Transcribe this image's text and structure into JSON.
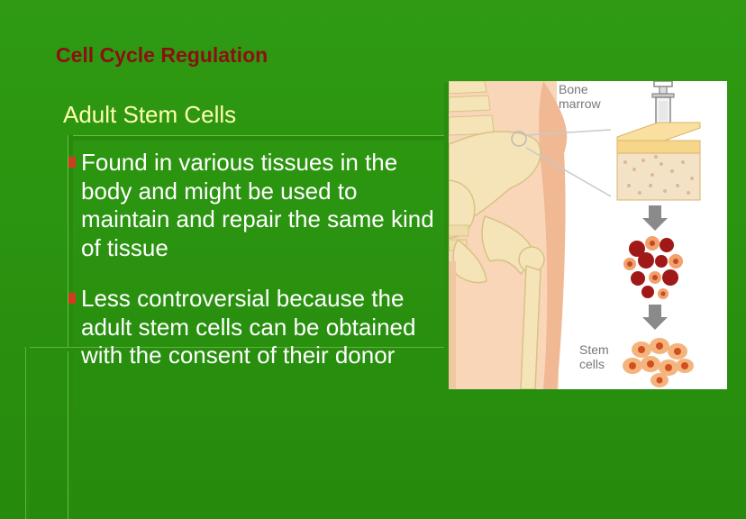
{
  "slide": {
    "title": "Cell Cycle Regulation",
    "subtitle": "Adult Stem Cells",
    "bullets": [
      "Found in various tissues in the body and might be used to maintain and repair the same kind of tissue",
      "Less controversial because the adult stem cells can be obtained with the consent of their donor"
    ],
    "colors": {
      "background": "#2b9410",
      "title": "#8b1010",
      "subtitle": "#ffffb0",
      "body_text": "#ffffff",
      "bullet_marker": "#d43a20"
    }
  },
  "diagram": {
    "label_bone_marrow": "Bone marrow",
    "label_stem_cells": "Stem cells"
  }
}
